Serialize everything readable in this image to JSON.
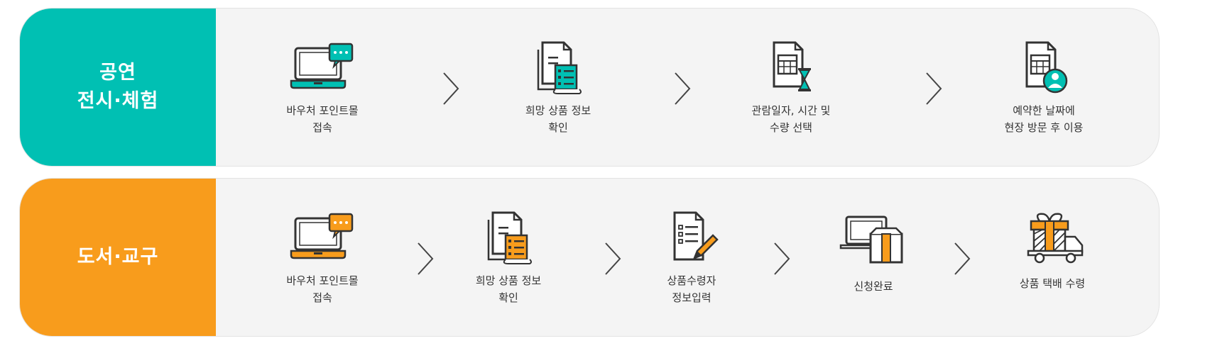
{
  "colors": {
    "teal": "#00c0b3",
    "orange": "#f89c1c",
    "icon_dark": "#333333",
    "row_bg": "#f4f4f4"
  },
  "rows": [
    {
      "category_line1": "공연",
      "category_line2": "전시·체험",
      "steps": [
        {
          "icon": "laptop-chat-icon",
          "line1": "바우처 포인트몰",
          "line2": "접속"
        },
        {
          "icon": "document-list-icon",
          "line1": "희망 상품 정보",
          "line2": "확인"
        },
        {
          "icon": "calendar-hourglass-icon",
          "line1": "관람일자, 시간 및",
          "line2": "수량 선택"
        },
        {
          "icon": "calendar-person-icon",
          "line1": "예약한 날짜에",
          "line2": "현장 방문 후 이용"
        }
      ]
    },
    {
      "category_line1": "도서·교구",
      "steps": [
        {
          "icon": "laptop-chat-icon",
          "line1": "바우처 포인트몰",
          "line2": "접속"
        },
        {
          "icon": "document-list-icon",
          "line1": "희망 상품 정보",
          "line2": "확인"
        },
        {
          "icon": "form-pencil-icon",
          "line1": "상품수령자",
          "line2": "정보입력"
        },
        {
          "icon": "laptop-box-icon",
          "line1": "신청완료"
        },
        {
          "icon": "gift-truck-icon",
          "line1": "상품 택배 수령"
        }
      ]
    }
  ]
}
